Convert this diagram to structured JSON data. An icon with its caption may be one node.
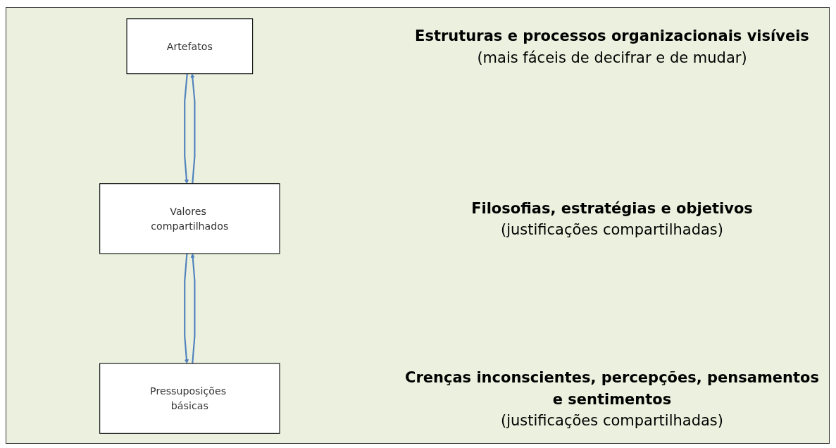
{
  "diagram": {
    "nodes": [
      {
        "text": [
          "Artefatos"
        ],
        "beside": [
          "Estruturas e processos organizacionais visíveis",
          "(mais fáceis de decifrar e de mudar)"
        ]
      },
      {
        "text": [
          "Valores compartilhados"
        ],
        "beside": [
          "Filosofias, estratégias e objetivos",
          "(justificações compartilhadas)"
        ]
      },
      {
        "text": [
          "Pressuposições básicas"
        ],
        "beside": [
          "Crenças inconscientes, percepções, pensamentos e sentimentos",
          "(justificações compartilhadas)"
        ]
      }
    ],
    "edges": [
      {
        "from": 0,
        "to": 1,
        "arrow": "to"
      },
      {
        "from": 1,
        "to": 0,
        "arrow": "to"
      },
      {
        "from": 1,
        "to": 2,
        "arrow": "to"
      },
      {
        "from": 2,
        "to": 1,
        "arrow": "to"
      }
    ]
  }
}
